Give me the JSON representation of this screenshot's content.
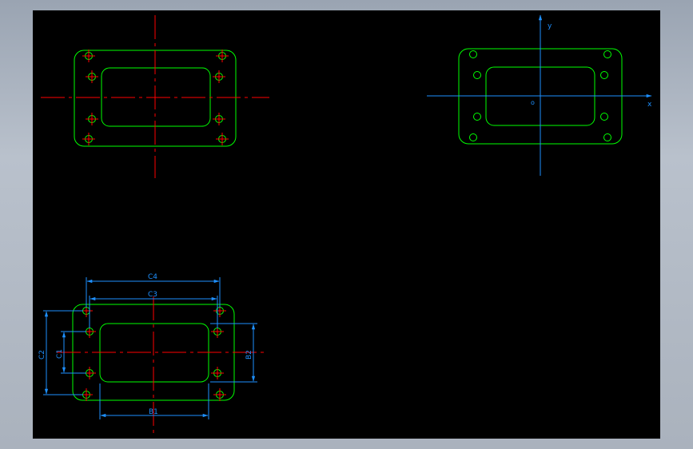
{
  "colors": {
    "background": "#000000",
    "outline": "#00ff00",
    "centerline": "#ff0000",
    "dimension": "#1e90ff",
    "frame": "#aab2bd"
  },
  "drawing": {
    "top_right_view": {
      "axis_y_label": "y",
      "axis_x_label": "x",
      "origin_label": "o"
    },
    "bottom_left_view": {
      "dim_C4": "C4",
      "dim_C3": "C3",
      "dim_C2": "C2",
      "dim_C1": "C1",
      "dim_B2": "B2",
      "dim_B1": "B1"
    }
  }
}
